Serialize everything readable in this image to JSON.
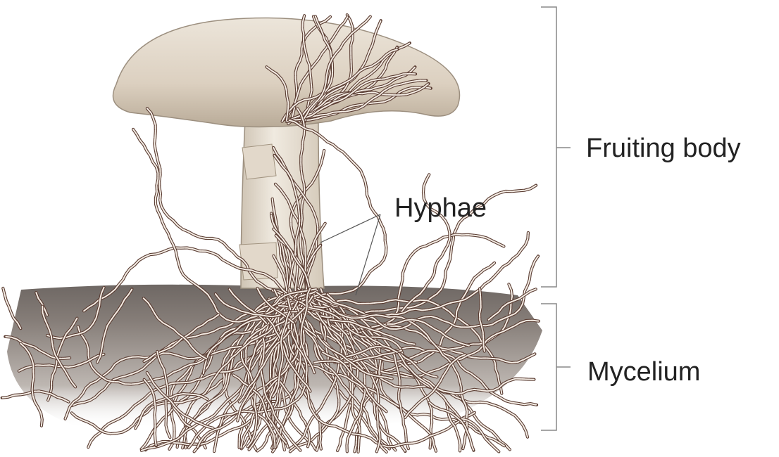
{
  "labels": {
    "fruiting_body": "Fruiting body",
    "hyphae": "Hyphae",
    "mycelium": "Mycelium"
  },
  "colors": {
    "background": "#ffffff",
    "cap": "#e6ddd0",
    "cap_shadow": "#bfb2a0",
    "stem": "#ebe4d8",
    "soil": "#4a3f39",
    "hypha_stroke": "#5a3d33",
    "hypha_fill": "#f4ece4",
    "bracket": "#888888",
    "text": "#222222"
  }
}
